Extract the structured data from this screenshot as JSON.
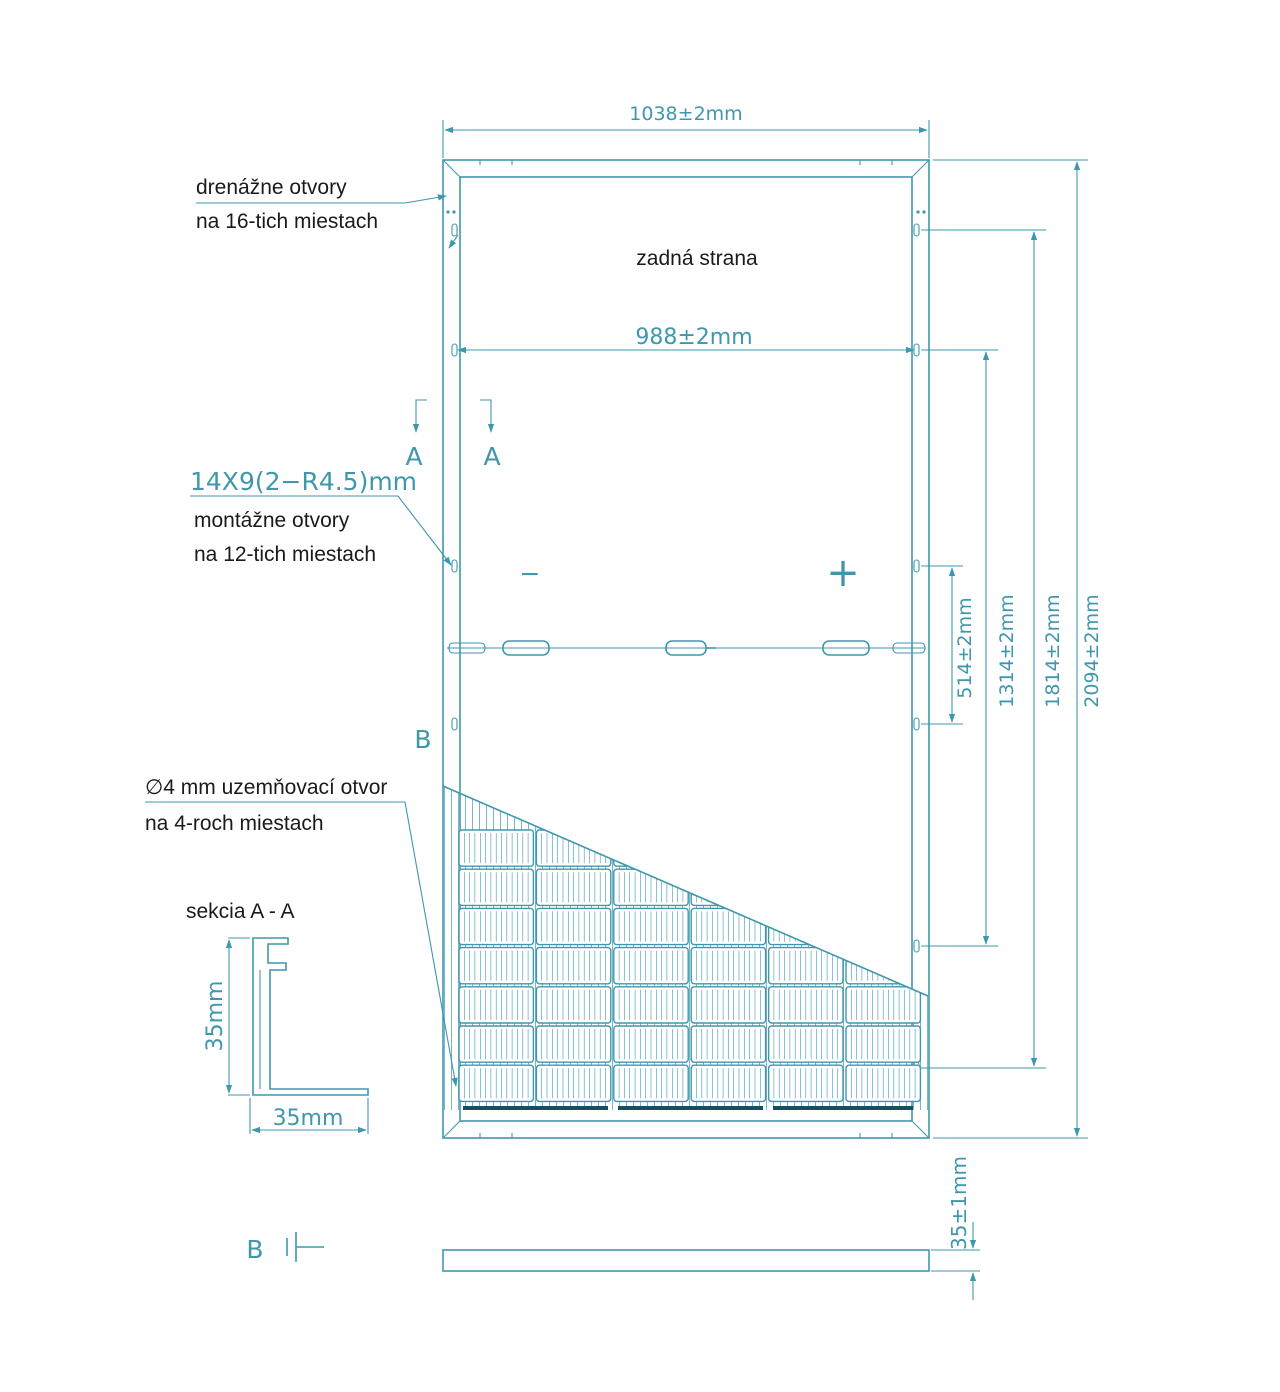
{
  "colors": {
    "line": "#3f97ad",
    "text": "#1a1a1a",
    "background": "#ffffff"
  },
  "dimensions": {
    "overall_width": "1038±2mm",
    "mount_spacing_width": "988±2mm",
    "overall_length": "2094±2mm",
    "length_1814": "1814±2mm",
    "length_1314": "1314±2mm",
    "length_514": "514±2mm",
    "thickness": "35±1mm",
    "mount_hole_size": "14X9(2−R4.5)mm"
  },
  "labels": {
    "back_side": "zadná strana",
    "minus": "−",
    "plus": "+",
    "section_a_left": "A",
    "section_a_right": "A",
    "view_b": "B",
    "view_b_bottom": "B"
  },
  "notes": {
    "drainage_line1": "drenážne otvory",
    "drainage_line2": "na 16-tich miestach",
    "mounting_line1": "montážne otvory",
    "mounting_line2": "na 12-tich miestach",
    "grounding_line1": "∅4 mm uzemňovací otvor",
    "grounding_line2": "na 4-roch miestach"
  },
  "section": {
    "title": "sekcia A - A",
    "height": "35mm",
    "width": "35mm"
  }
}
